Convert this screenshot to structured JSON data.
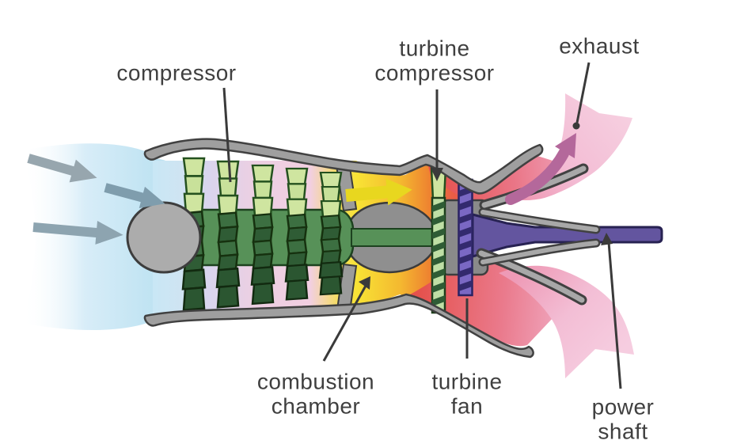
{
  "diagram": {
    "labels": {
      "compressor": "compressor",
      "turbine_compressor_line1": "turbine",
      "turbine_compressor_line2": "compressor",
      "exhaust": "exhaust",
      "combustion_chamber_line1": "combustion",
      "combustion_chamber_line2": "chamber",
      "turbine_fan_line1": "turbine",
      "turbine_fan_line2": "fan",
      "power_shaft_line1": "power",
      "power_shaft_line2": "shaft"
    },
    "icons": {
      "intake_flow": "right-arrow-icon",
      "combustion_flow": "right-arrow-icon",
      "exhaust_flow": "curved-up-arrow-icon"
    },
    "colors": {
      "intake_blue": "#aedcee",
      "intake_arrow_gray": "#8ba2b0",
      "casing_gray": "#9f9f9f",
      "casing_outline": "#414141",
      "nose_cone_gray": "#acacac",
      "rotor_green": "#579158",
      "blade_light_green": "#cfe5a0",
      "blade_dark_green": "#2f5c35",
      "stage_lavender": "#d9d5ee",
      "stage_pink": "#eccfe2",
      "combustion_yellow": "#f8e335",
      "combustion_orange": "#ee8230",
      "exhaust_red": "#e5524e",
      "exhaust_pink": "#f4c5db",
      "exhaust_arrow_mauve": "#b4689b",
      "turbine_fan_purple": "#7a68c4",
      "power_shaft_purple": "#63559f",
      "label_text": "#3f3f3f"
    }
  }
}
